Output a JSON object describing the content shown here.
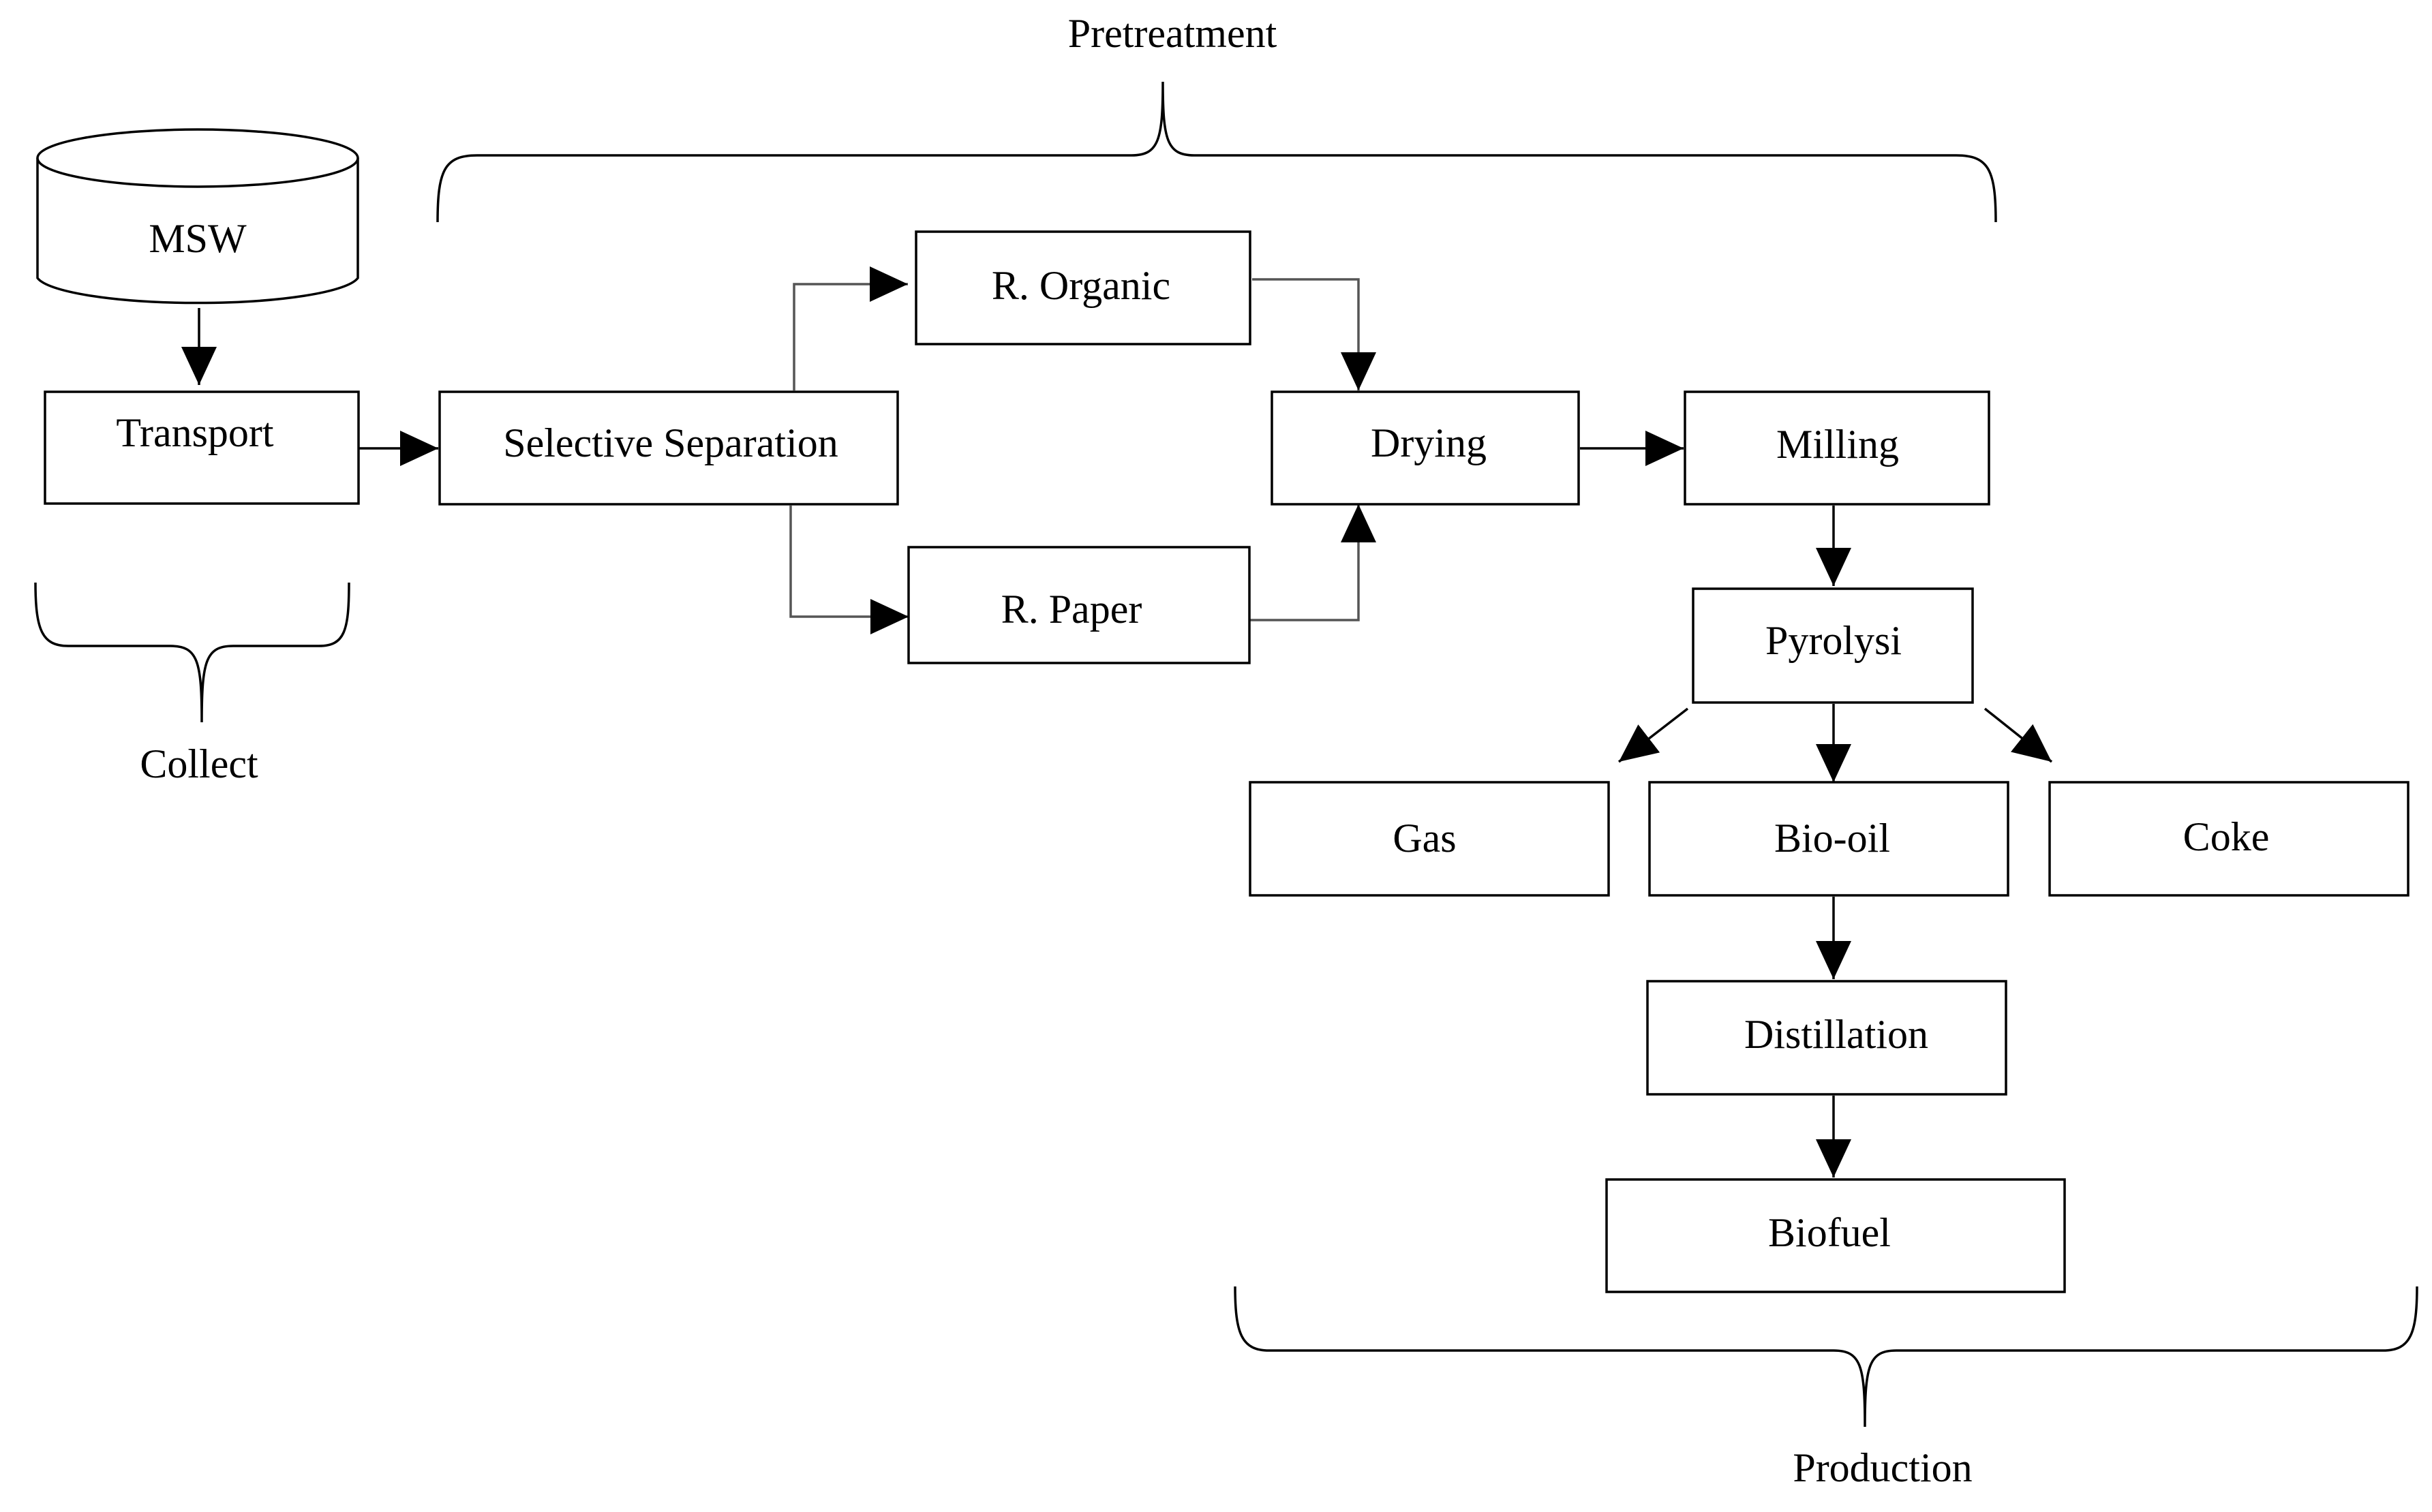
{
  "nodes": {
    "msw": "MSW",
    "transport": "Transport",
    "selective_separation": "Selective Separation",
    "r_organic": "R. Organic",
    "r_paper": "R. Paper",
    "drying": "Drying",
    "milling": "Milling",
    "pyrolysi": "Pyrolysi",
    "gas": "Gas",
    "bio_oil": "Bio-oil",
    "coke": "Coke",
    "distillation": "Distillation",
    "biofuel": "Biofuel"
  },
  "stages": {
    "pretreatment": "Pretreatment",
    "collect": "Collect",
    "production": "Production"
  },
  "edges": [
    [
      "msw",
      "transport"
    ],
    [
      "transport",
      "selective_separation"
    ],
    [
      "selective_separation",
      "r_organic"
    ],
    [
      "selective_separation",
      "r_paper"
    ],
    [
      "r_organic",
      "drying"
    ],
    [
      "r_paper",
      "drying"
    ],
    [
      "drying",
      "milling"
    ],
    [
      "milling",
      "pyrolysi"
    ],
    [
      "pyrolysi",
      "gas"
    ],
    [
      "pyrolysi",
      "bio_oil"
    ],
    [
      "pyrolysi",
      "coke"
    ],
    [
      "bio_oil",
      "distillation"
    ],
    [
      "distillation",
      "biofuel"
    ]
  ]
}
